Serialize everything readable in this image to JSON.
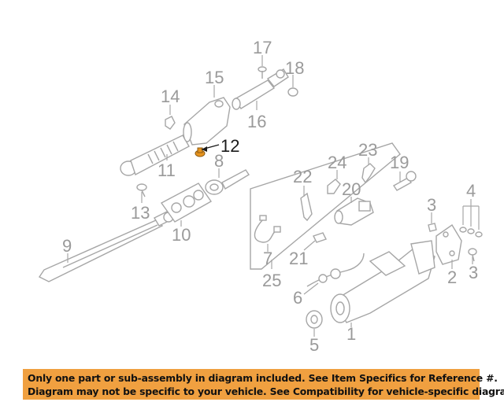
{
  "diagram": {
    "labels": {
      "p1": "1",
      "p2": "2",
      "p3a": "3",
      "p3b": "3",
      "p4": "4",
      "p5": "5",
      "p6": "6",
      "p7": "7",
      "p8": "8",
      "p9": "9",
      "p10": "10",
      "p11": "11",
      "p12": "12",
      "p13": "13",
      "p14": "14",
      "p15": "15",
      "p16": "16",
      "p17": "17",
      "p18": "18",
      "p19": "19",
      "p20": "20",
      "p21": "21",
      "p22": "22",
      "p23": "23",
      "p24": "24",
      "p25": "25"
    },
    "highlight_part": "12",
    "colors": {
      "highlight": "#e8941f",
      "line": "#a6a6a6",
      "banner": "#f0a040"
    }
  },
  "banner": {
    "line1": "Only one part or sub-assembly in diagram included. See Item Specifics for Reference #.",
    "line2": "Diagram may not be specific to your vehicle. See Compatibility for vehicle-specific diagrams."
  }
}
